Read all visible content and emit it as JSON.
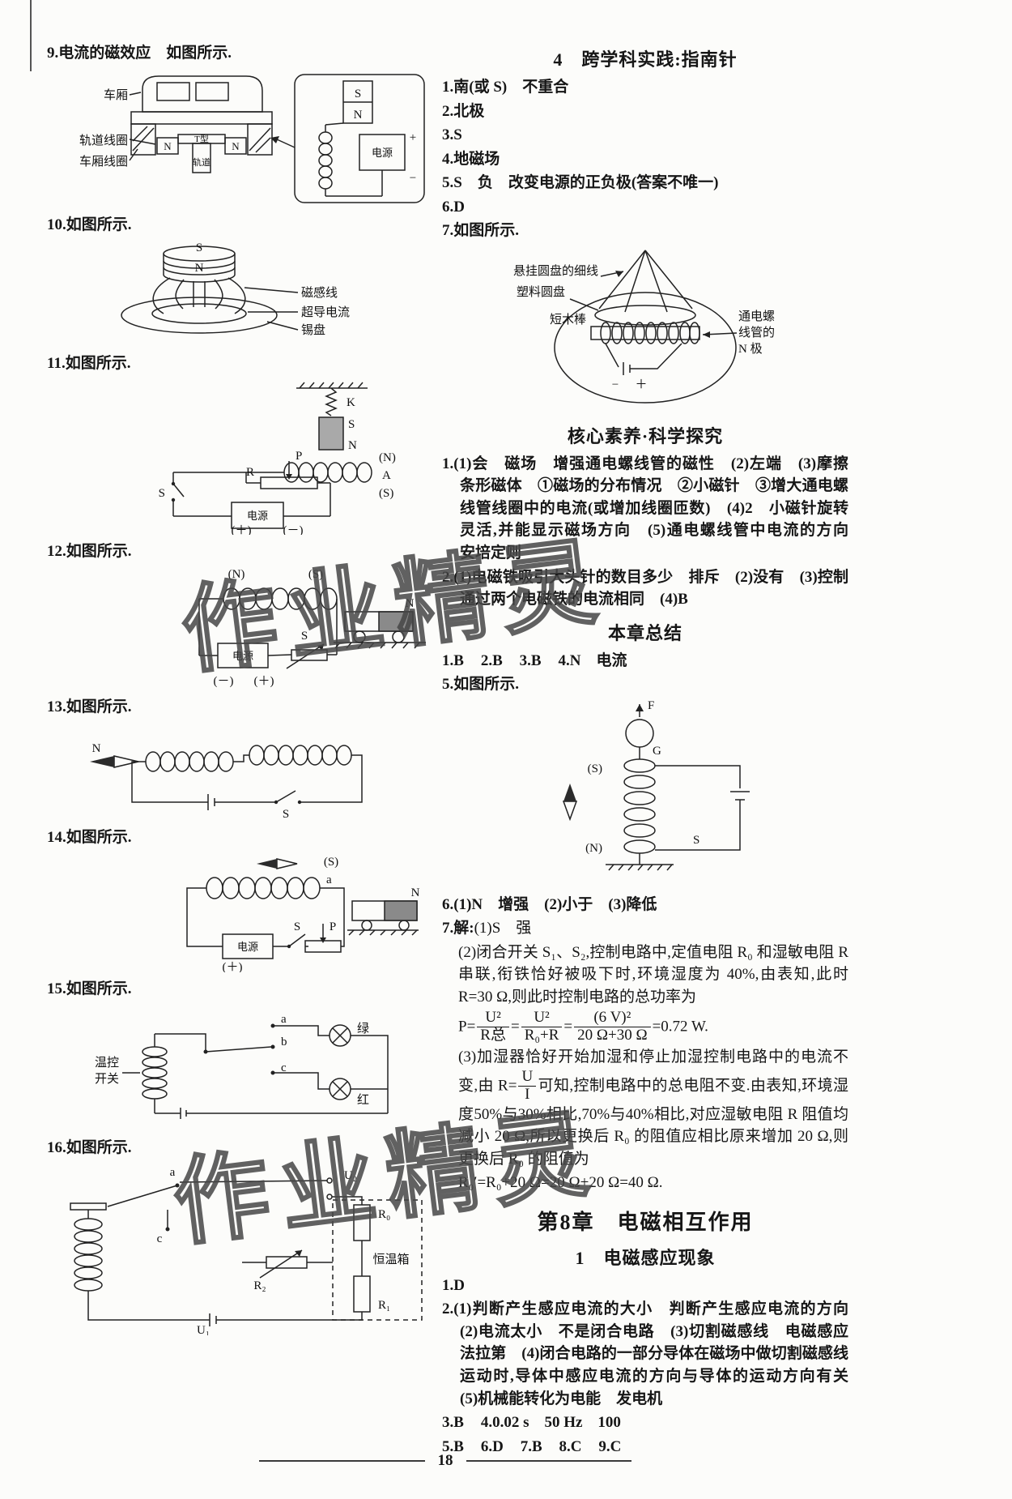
{
  "page": {
    "number": "18",
    "watermark": "作业精灵"
  },
  "left": {
    "q9_num": "9.",
    "q9_text": "电流的磁效应　如图所示.",
    "q10_num": "10.",
    "q10_text": "如图所示.",
    "q11_num": "11.",
    "q11_text": "如图所示.",
    "q12_num": "12.",
    "q12_text": "如图所示.",
    "q13_num": "13.",
    "q13_text": "如图所示.",
    "q14_num": "14.",
    "q14_text": "如图所示.",
    "q15_num": "15.",
    "q15_text": "如图所示.",
    "q16_num": "16.",
    "q16_text": "如图所示.",
    "d9": {
      "chexiang": "车厢",
      "guidaoxq": "轨道线圈",
      "chexiangxq": "车厢线圈",
      "t1": "T型",
      "t2": "轨道",
      "nl": "N",
      "nr": "N",
      "s": "S",
      "n": "N",
      "dianyuan": "电源",
      "plus": "+",
      "minus": "−"
    },
    "d10": {
      "s": "S",
      "n": "N",
      "ciganxian": "磁感线",
      "chaodao": "超导电流",
      "xipan": "锡盘"
    },
    "d11": {
      "k": "K",
      "s": "S",
      "n": "N",
      "r": "R",
      "p": "P",
      "sw": "S",
      "dianyuan": "电源",
      "plus": "(＋)",
      "minus": "(－)",
      "cn": "(N)",
      "a": "A",
      "cs": "(S)"
    },
    "d12": {
      "cn": "(N)",
      "cs": "(S)",
      "n": "N",
      "dianyuan": "电源",
      "sw": "S",
      "minus": "(－)",
      "plus": "(＋)"
    },
    "d13": {
      "n": "N",
      "sw": "S"
    },
    "d14": {
      "cs": "(S)",
      "a": "a",
      "n": "N",
      "dianyuan": "电源",
      "sw": "S",
      "p": "P",
      "plus": "(＋)"
    },
    "d15": {
      "wk1": "温控",
      "wk2": "开关",
      "a": "a",
      "b": "b",
      "c": "c",
      "green": "绿",
      "red": "红"
    },
    "d16": {
      "a": "a",
      "c": "c",
      "u2": "U₂",
      "r0": "R₀",
      "box": "恒温箱",
      "r2": "R₂",
      "r1": "R₁",
      "u1": "U₁"
    }
  },
  "right": {
    "sec4_title": "4　跨学科实践:指南针",
    "a1n": "1.",
    "a1": "南(或 S)　不重合",
    "a2n": "2.",
    "a2": "北极",
    "a3n": "3.",
    "a3": "S",
    "a4n": "4.",
    "a4": "地磁场",
    "a5n": "5.",
    "a5": "S　负　改变电源的正负极(答案不唯一)",
    "a6n": "6.",
    "a6": "D",
    "a7n": "7.",
    "a7": "如图所示.",
    "d7": {
      "thread": "悬挂圆盘的细线",
      "disc": "塑料圆盘",
      "stick": "短木棒",
      "n1": "通电螺",
      "n2": "线管的",
      "n3": "N 极",
      "minus": "−",
      "plus": "＋"
    },
    "core_title": "核心素养·科学探究",
    "c1n": "1.",
    "c1": "(1)会　磁场　增强通电螺线管的磁性　(2)左端　(3)摩擦　条形磁体　①磁场的分布情况　②小磁针　③增大通电螺线管线圈中的电流(或增加线圈匝数)　(4)2　小磁针旋转灵活,并能显示磁场方向　(5)通电螺线管中电流的方向　安培定则",
    "c2n": "2.",
    "c2": "(1)电磁铁吸引大头针的数目多少　排斥　(2)没有　(3)控制通过两个电磁铁的电流相同　(4)B",
    "summary_title": "本章总结",
    "s1n": "1.",
    "s1": "B",
    "s2n": "2.",
    "s2": "B",
    "s3n": "3.",
    "s3": "B",
    "s4n": "4.",
    "s4": "N　电流",
    "s5n": "5.",
    "s5": "如图所示.",
    "d5": {
      "f": "F",
      "g": "G",
      "cs": "(S)",
      "cn": "(N)",
      "s": "S"
    },
    "s6n": "6.",
    "s6": "(1)N　增强　(2)小于　(3)降低",
    "s7n": "7.",
    "s7jie": "解:",
    "s7l1": "(1)S　强",
    "s7p2": "(2)闭合开关 S₁、S₂,控制电路中,定值电阻 R₀ 和湿敏电阻 R 串联,衔铁恰好被吸下时,环境湿度为 40%,由表知,此时 R=30 Ω,则此时控制电路的总功率为",
    "f1": {
      "lhs": "P=",
      "n1": "U²",
      "d1": "R总",
      "eq1": "=",
      "n2": "U²",
      "d2": "R₀+R",
      "eq2": "=",
      "n3": "(6 V)²",
      "d3": "20 Ω+30 Ω",
      "res": "=0.72 W."
    },
    "s7p3a": "(3)加湿器恰好开始加湿和停止加湿控制电路中的电流不变,由 R=",
    "f2": {
      "n": "U",
      "d": "I"
    },
    "s7p3b": "可知,控制电路中的总电阻不变.由表知,环境湿度50%与30%相比,70%与40%相比,对应湿敏电阻 R 阻值均减小 20 Ω,所以更换后 R₀ 的阻值应相比原来增加 20 Ω,则更换后 R₀ 的阻值为",
    "s7f3": "R₀′=R₀+20 Ω=20 Ω+20 Ω=40 Ω.",
    "ch8_title": "第8章　电磁相互作用",
    "sec1_title": "1　电磁感应现象",
    "e1n": "1.",
    "e1": "D",
    "e2n": "2.",
    "e2": "(1)判断产生感应电流的大小　判断产生感应电流的方向　(2)电流太小　不是闭合电路　(3)切割磁感线　电磁感应　法拉第　(4)闭合电路的一部分导体在磁场中做切割磁感线运动时,导体中感应电流的方向与导体的运动方向有关　(5)机械能转化为电能　发电机",
    "e3n": "3.",
    "e3": "B",
    "e4n": "4.",
    "e4": "0.02 s　50 Hz　100",
    "e5n": "5.",
    "e5": "B",
    "e6n": "6.",
    "e6": "D",
    "e7n": "7.",
    "e7": "B",
    "e8n": "8.",
    "e8": "C",
    "e9n": "9.",
    "e9": "C"
  }
}
